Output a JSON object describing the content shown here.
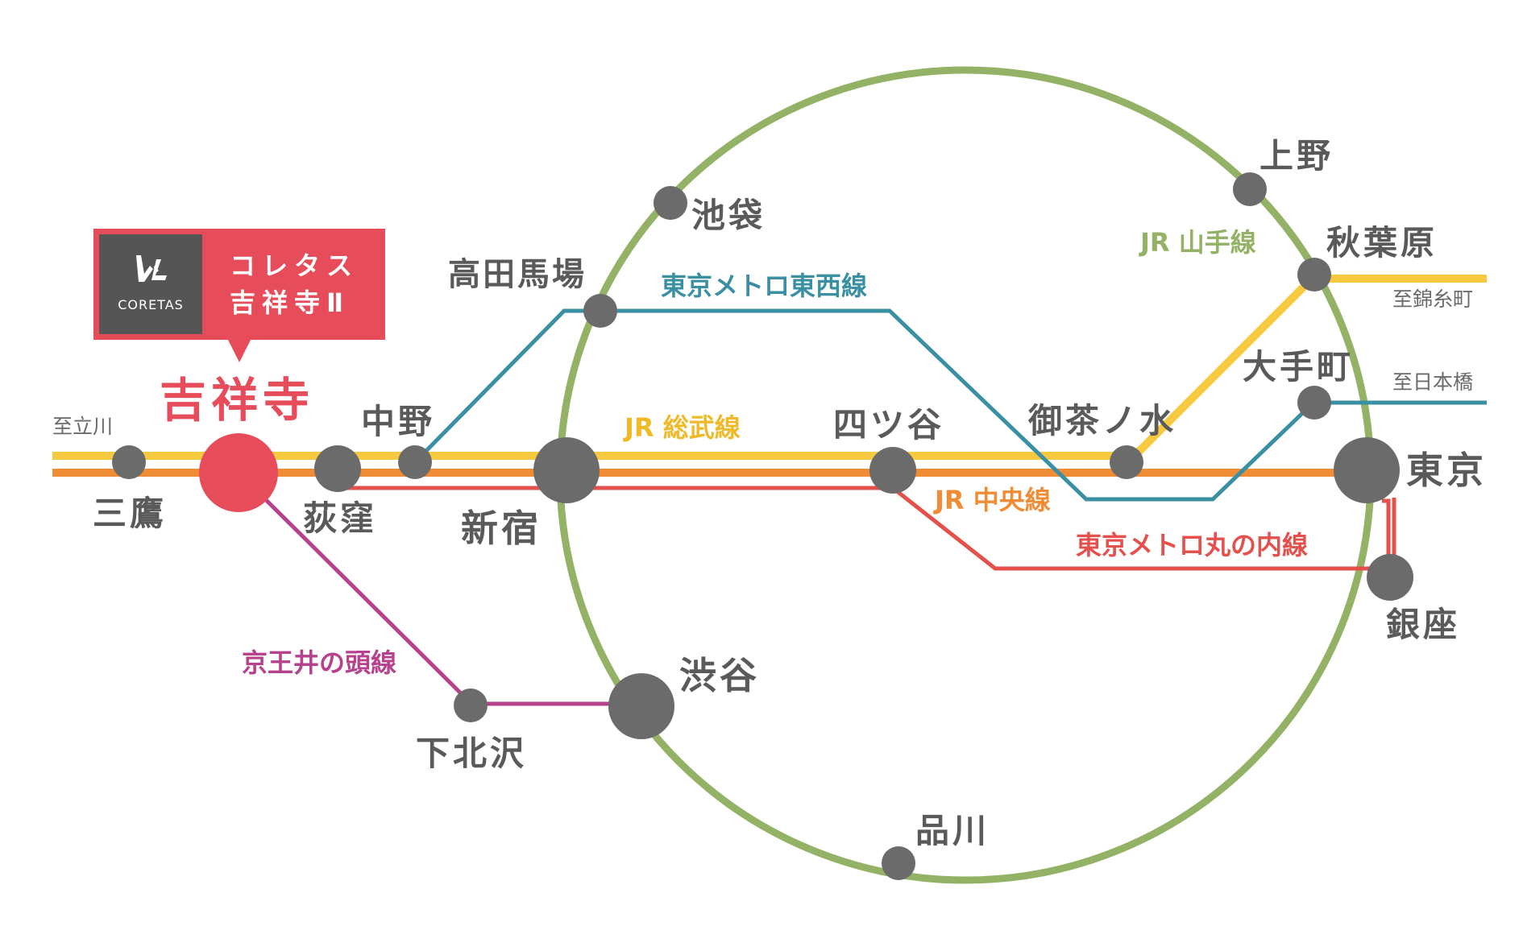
{
  "badge": {
    "logo_text": "CORETAS",
    "name_line1": "コレタス",
    "name_line2": "吉祥寺Ⅱ"
  },
  "highlight_station": "吉祥寺",
  "stations": {
    "mitaka": "三鷹",
    "ogikubo": "荻窪",
    "nakano": "中野",
    "shinjuku": "新宿",
    "takadanobaba": "高田馬場",
    "ikebukuro": "池袋",
    "yotsuya": "四ツ谷",
    "ochanomizu": "御茶ノ水",
    "ueno": "上野",
    "akihabara": "秋葉原",
    "otemachi": "大手町",
    "tokyo": "東京",
    "ginza": "銀座",
    "shibuya": "渋谷",
    "shimokitazawa": "下北沢",
    "shinagawa": "品川"
  },
  "directions": {
    "tachikawa": "至立川",
    "kinshicho": "至錦糸町",
    "nihonbashi": "至日本橋"
  },
  "lines": {
    "yamanote": {
      "label": "JR 山手線",
      "color": "#93b265"
    },
    "sobu": {
      "label": "JR 総武線",
      "color": "#f7c93e"
    },
    "chuo": {
      "label": "JR 中央線",
      "color": "#ef8c35"
    },
    "tozai": {
      "label": "東京メトロ東西線",
      "color": "#3a8fa3"
    },
    "marunouchi": {
      "label": "東京メトロ丸の内線",
      "color": "#e4514c"
    },
    "inokashira": {
      "label": "京王井の頭線",
      "color": "#b6428d"
    }
  },
  "colors": {
    "highlight": "#e64c5a",
    "station_dot": "#6b6b6b",
    "badge_logo_bg": "#555555"
  },
  "icons": {
    "logo": "coretas-logo-icon"
  }
}
